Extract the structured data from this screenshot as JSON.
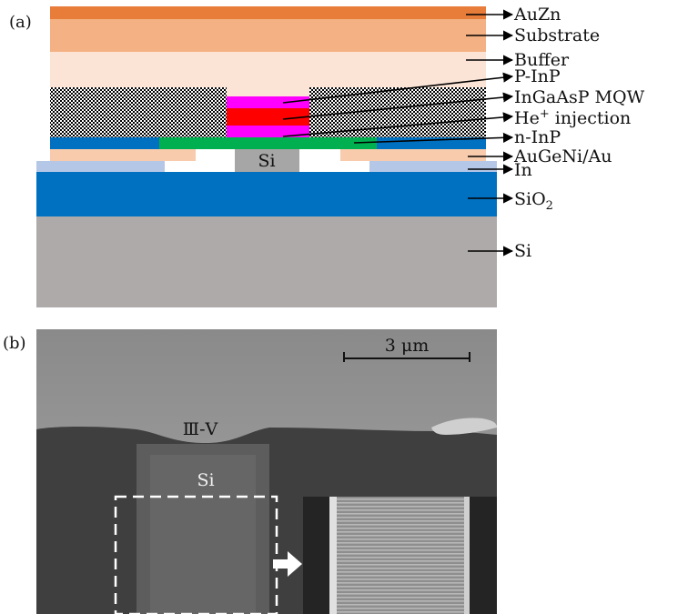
{
  "panel_a": {
    "label": "(a)",
    "layers": {
      "auzn": "AuZn",
      "substrate": "Substrate",
      "buffer": "Buffer",
      "p_inp": "P-InP",
      "mqw": "InGaAsP MQW",
      "he_injection_base": "He",
      "he_injection_sup": "+",
      "he_injection_rest": " injection",
      "n_inp": "n-InP",
      "augeni_au": "AuGeNi/Au",
      "in": "In",
      "sio2_base": "SiO",
      "sio2_sub": "2",
      "si": "Si"
    },
    "center_si": "Si",
    "colors": {
      "auzn": "#E87D3A",
      "substrate": "#F4B183",
      "buffer": "#FBE4D6",
      "mqw_magenta": "#FF00FF",
      "he_red": "#FF0000",
      "n_inp_blue": "#0070C0",
      "n_inp_green": "#00B050",
      "augeni": "#F8CBAD",
      "in_contact": "#B4C7E7",
      "sio2": "#0070C0",
      "si_substrate": "#AEAAAA",
      "si_waveguide": "#A6A6A6"
    }
  },
  "panel_b": {
    "label": "(b)",
    "scale_bar": "3 μm",
    "iii_v_label": "Ⅲ-Ⅴ",
    "si_label": "Si"
  }
}
